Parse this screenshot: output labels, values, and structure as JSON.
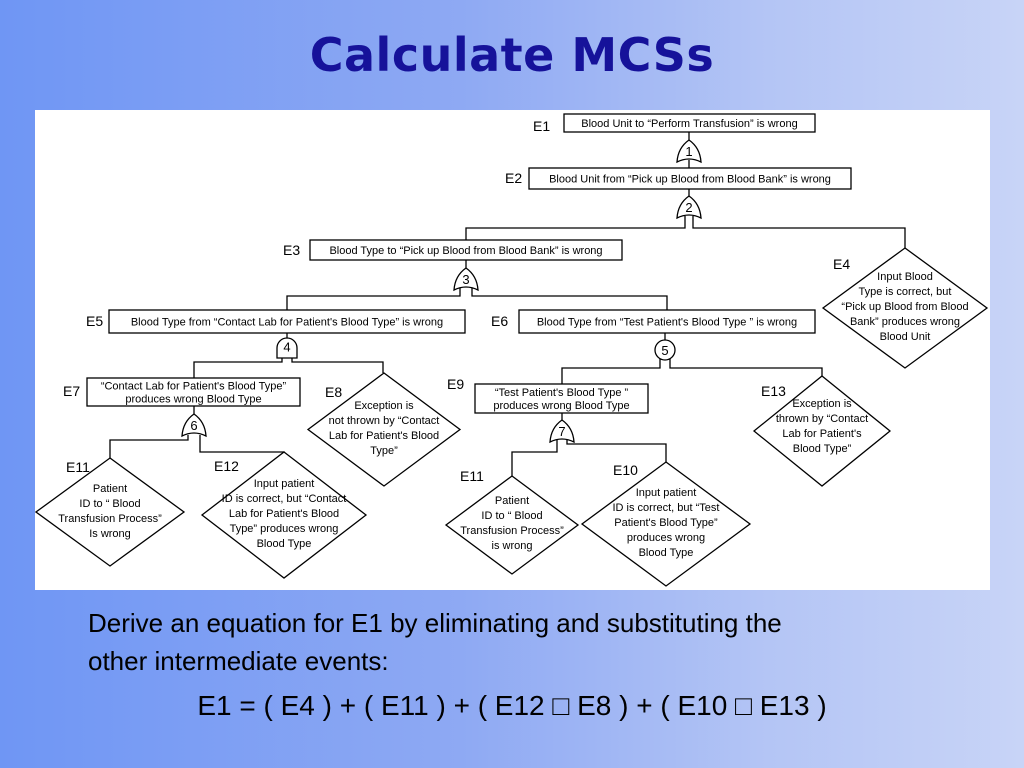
{
  "title": "Calculate MCSs",
  "gates": [
    "1",
    "2",
    "3",
    "4",
    "5",
    "6",
    "7"
  ],
  "events": {
    "E1": {
      "tag": "E1",
      "lines": [
        "Blood Unit to “Perform Transfusion” is wrong"
      ]
    },
    "E2": {
      "tag": "E2",
      "lines": [
        "Blood Unit from “Pick up Blood from Blood Bank” is wrong"
      ]
    },
    "E3": {
      "tag": "E3",
      "lines": [
        "Blood Type to “Pick up Blood from Blood Bank” is wrong"
      ]
    },
    "E4": {
      "tag": "E4",
      "lines": [
        "Input Blood",
        "Type is correct, but",
        "“Pick up Blood from Blood",
        "Bank” produces wrong",
        "Blood Unit"
      ]
    },
    "E5": {
      "tag": "E5",
      "lines": [
        "Blood Type from “Contact Lab for  Patient's Blood Type” is wrong"
      ]
    },
    "E6": {
      "tag": "E6",
      "lines": [
        "Blood Type from “Test Patient's Blood Type ” is wrong"
      ]
    },
    "E7": {
      "tag": "E7",
      "lines": [
        "“Contact Lab for  Patient's Blood Type”",
        "produces wrong Blood Type"
      ]
    },
    "E8": {
      "tag": "E8",
      "lines": [
        "Exception is",
        "not thrown by “Contact",
        "Lab for  Patient's Blood",
        "Type”"
      ]
    },
    "E9": {
      "tag": "E9",
      "lines": [
        "“Test Patient's Blood Type ”",
        "produces wrong Blood Type"
      ]
    },
    "E10": {
      "tag": "E10",
      "lines": [
        "Input patient",
        "ID is correct, but “Test",
        "Patient's Blood Type”",
        "produces wrong",
        "Blood Type"
      ]
    },
    "E11a": {
      "tag": "E11",
      "lines": [
        "Patient",
        "ID to “ Blood",
        "Transfusion Process”",
        "Is wrong"
      ]
    },
    "E11b": {
      "tag": "E11",
      "lines": [
        "Patient",
        "ID to “ Blood",
        "Transfusion Process”",
        "is wrong"
      ]
    },
    "E12": {
      "tag": "E12",
      "lines": [
        "Input patient",
        "ID is correct, but “Contact",
        "Lab for  Patient's Blood",
        "Type” produces wrong",
        "Blood Type"
      ]
    },
    "E13": {
      "tag": "E13",
      "lines": [
        "Exception is",
        "thrown by “Contact",
        "Lab for  Patient's",
        "Blood Type”"
      ]
    }
  },
  "instruction": [
    "Derive an equation for E1 by eliminating and substituting the",
    "other intermediate events:"
  ],
  "equation": "E1 = ( E4 ) + ( E11 ) + ( E12 □ E8 ) + ( E10 □ E13 )"
}
